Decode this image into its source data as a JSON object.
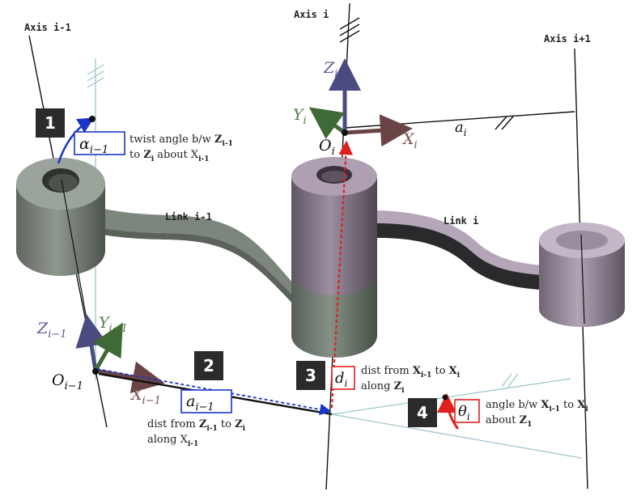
{
  "axes": {
    "axis_prev": "Axis i-1",
    "axis_cur": "Axis i",
    "axis_next": "Axis i+1"
  },
  "links": {
    "link_prev": "Link i-1",
    "link_cur": "Link i"
  },
  "frame_cur": {
    "z_base": "Z",
    "z_sub": "i",
    "y_base": "Y",
    "y_sub": "i",
    "x_base": "X",
    "x_sub": "i",
    "o_base": "O",
    "o_sub": "i",
    "a_base": "a",
    "a_sub": "i"
  },
  "frame_prev": {
    "z_base": "Z",
    "z_sub": "i−1",
    "y_base": "Y",
    "y_sub": "i−1",
    "x_base": "X",
    "x_sub": "i−1",
    "o_base": "O",
    "o_sub": "i−1"
  },
  "steps": [
    {
      "number": "1",
      "symbol_base": "α",
      "symbol_sub": "i−1",
      "line1": [
        "twist angle b/w ",
        "Z",
        "i-1"
      ],
      "line2": [
        "to ",
        "Z",
        "i",
        " about ",
        "X",
        "i-1"
      ]
    },
    {
      "number": "2",
      "symbol_base": "a",
      "symbol_sub": "i−1",
      "line1": [
        "dist from ",
        "Z",
        "i-1",
        " to ",
        "Z",
        "i"
      ],
      "line2": [
        "along ",
        "X",
        "i-1"
      ]
    },
    {
      "number": "3",
      "symbol_base": "d",
      "symbol_sub": "i",
      "line1": [
        "dist from ",
        "X",
        "i-1",
        " to ",
        "X",
        "i"
      ],
      "line2": [
        "along ",
        "Z",
        "i"
      ]
    },
    {
      "number": "4",
      "symbol_base": "θ",
      "symbol_sub": "i",
      "line1": [
        "angle b/w ",
        "X",
        "i-1",
        " to ",
        "X",
        "i"
      ],
      "line2": [
        "about ",
        "Z",
        "1"
      ]
    }
  ],
  "colors": {
    "cyl_prev": "#7e887e",
    "cyl_cur_top": "#8a7d8f",
    "cyl_cur_bottom": "#737d73",
    "cyl_next": "#9a8ea0",
    "z_axis": "#5b5c8f",
    "y_axis": "#4f7d45",
    "x_axis": "#7a4f4f",
    "accent_blue": "#1a35c9",
    "accent_red": "#e0201c",
    "guide": "#9cc9cc"
  }
}
